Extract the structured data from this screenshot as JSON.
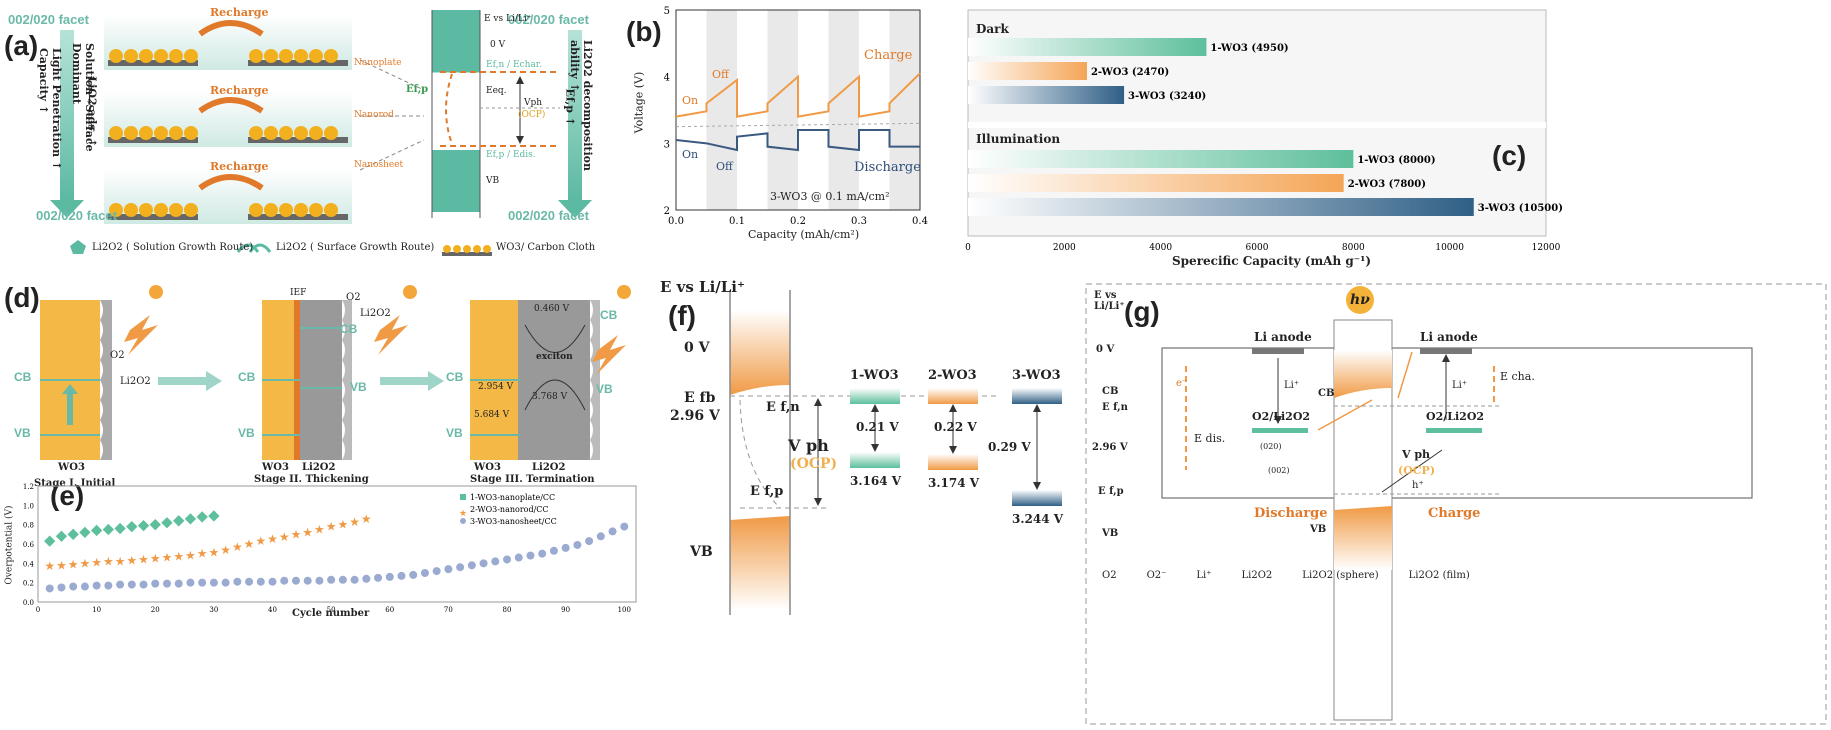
{
  "panel_a": {
    "label": "(a)",
    "facet_top_left": "002/020 facet",
    "facet_bottom_left": "002/020 facet",
    "facet_top_right": "002/020 facet",
    "facet_bottom_right": "002/020 facet",
    "left_arrow_text": "Light Penetration ↑ Capacity ↑",
    "mid_arrow_text": "Solution→Surface Dominant",
    "mid_arrow_text2": "LiO2 ads. ↑",
    "right_arrow_text": "Li2O2 decomposition ability ↑",
    "right_arrow_text2": "Ef,p ↑",
    "recharge": "Recharge",
    "nanoplate": "Nanoplate",
    "nanorod": "Nanorod",
    "nanosheet": "Nanosheet",
    "e_vs": "E vs Li/Li⁺",
    "zero_v": "0 V",
    "efn": "Ef,n / Echar.",
    "eeq": "Eeq.",
    "vph": "Vph",
    "ocp": "(OCP)",
    "efp": "Ef,p / Edis.",
    "vb": "VB",
    "efp_label": "Ef,p",
    "legend1": "Li2O2 ( Solution Growth Route)",
    "legend2": "Li2O2 ( Surface Growth Route)",
    "legend3": "WO3/ Carbon Cloth"
  },
  "panel_b": {
    "label": "(b)",
    "ylabel": "Voltage (V)",
    "xlabel": "Capacity (mAh/cm²)",
    "on": "On",
    "off": "Off",
    "on2": "On",
    "off2": "Off",
    "charge": "Charge",
    "discharge": "Discharge",
    "condition": "3-WO3 @ 0.1 mA/cm²",
    "xticks": [
      "0.0",
      "0.1",
      "0.2",
      "0.3",
      "0.4"
    ],
    "yticks": [
      "2",
      "3",
      "4",
      "5"
    ]
  },
  "panel_c": {
    "label": "(c)",
    "dark": "Dark",
    "illumination": "Illumination",
    "xlabel": "Sperecific Capacity (mAh g⁻¹)",
    "xticks": [
      "0",
      "2000",
      "4000",
      "6000",
      "8000",
      "10000",
      "12000"
    ]
  },
  "panel_d": {
    "label": "(d)",
    "stage1": "Stage I. Initial",
    "stage2": "Stage II. Thickening",
    "stage3": "Stage III. Termination",
    "wo3": "WO3",
    "li2o2": "Li2O2",
    "cb": "CB",
    "vb": "VB",
    "o2": "O2",
    "ief": "IEF",
    "exciton": "exciton",
    "v1": "0.460 V",
    "v2": "2.954 V",
    "v3": "3.768 V",
    "v4": "5.684 V"
  },
  "panel_e": {
    "label": "(e)",
    "ylabel": "Overpotential (V)",
    "xlabel": "Cycle number",
    "legend": [
      "1-WO3-nanoplate/CC",
      "2-WO3-nanorod/CC",
      "3-WO3-nanosheet/CC"
    ],
    "xticks": [
      "0",
      "10",
      "20",
      "30",
      "40",
      "50",
      "60",
      "70",
      "80",
      "90",
      "100"
    ],
    "yticks": [
      "0.0",
      "0.2",
      "0.4",
      "0.6",
      "0.8",
      "1.0",
      "1.2"
    ]
  },
  "panel_f": {
    "label": "(f)",
    "e_vs": "E vs Li/Li⁺",
    "zero_v": "0 V",
    "efb": "E fb",
    "v296": "2.96 V",
    "efn": "E f,n",
    "efp": "E f,p",
    "vph": "V ph",
    "ocp": "(OCP)",
    "vb": "VB",
    "m1": "1-WO3",
    "m2": "2-WO3",
    "m3": "3-WO3",
    "d1": "0.21 V",
    "d2": "0.22 V",
    "d3": "0.29 V",
    "b1": "3.164 V",
    "b2": "3.174 V",
    "b3": "3.244 V"
  },
  "panel_g": {
    "label": "(g)",
    "e_vs": "E vs Li/Li⁺",
    "zero_v": "0 V",
    "cb": "CB",
    "efn": "E f,n",
    "v296": "2.96 V",
    "efp": "E f,p",
    "vb": "VB",
    "hv": "hν",
    "li_anode1": "Li anode",
    "li_anode2": "Li anode",
    "li_plus1": "Li⁺",
    "li_plus2": "Li⁺",
    "o2li2o2_1": "O2/Li2O2",
    "o2li2o2_2": "O2/Li2O2",
    "edis": "E dis.",
    "echa": "E cha.",
    "vph": "V ph",
    "ocp": "(OCP)",
    "discharge": "Discharge",
    "charge": "Charge",
    "e_minus": "e⁻",
    "h_plus": "h⁺",
    "f020": "(020)",
    "f002": "(002)",
    "legend": [
      "O2",
      "O2⁻",
      "Li⁺",
      "Li2O2",
      "Li2O2 (sphere)",
      "Li2O2 (film)"
    ]
  },
  "chart_data": [
    {
      "type": "line",
      "panel": "b",
      "ylabel": "Voltage (V)",
      "xlabel": "Capacity (mAh/cm²)",
      "xlim": [
        0,
        0.4
      ],
      "ylim": [
        2,
        5
      ],
      "series": [
        {
          "name": "Charge",
          "x": [
            0,
            0.05,
            0.05,
            0.1,
            0.1,
            0.15,
            0.15,
            0.2,
            0.2,
            0.25,
            0.25,
            0.3,
            0.3,
            0.35,
            0.35,
            0.4
          ],
          "y": [
            3.4,
            3.48,
            3.6,
            3.95,
            3.4,
            3.48,
            3.6,
            4.0,
            3.4,
            3.48,
            3.6,
            4.0,
            3.4,
            3.48,
            3.6,
            4.05
          ]
        },
        {
          "name": "Discharge",
          "x": [
            0,
            0.05,
            0.05,
            0.1,
            0.1,
            0.15,
            0.15,
            0.2,
            0.2,
            0.25,
            0.25,
            0.3,
            0.3,
            0.35,
            0.35,
            0.4
          ],
          "y": [
            3.05,
            3.0,
            3.0,
            2.9,
            3.1,
            3.15,
            2.95,
            2.9,
            3.2,
            3.2,
            2.95,
            2.9,
            3.2,
            3.2,
            2.95,
            2.95
          ]
        }
      ]
    },
    {
      "type": "bar",
      "panel": "c",
      "xlabel": "Sperecific Capacity (mAh g⁻¹)",
      "xlim": [
        0,
        12000
      ],
      "groups": [
        {
          "name": "Dark",
          "bars": [
            {
              "label": "1-WO3 (4950)",
              "value": 4950,
              "color": "#5dbf9b"
            },
            {
              "label": "2-WO3 (2470)",
              "value": 2470,
              "color": "#f4a556"
            },
            {
              "label": "3-WO3 (3240)",
              "value": 3240,
              "color": "#2f5f86"
            }
          ]
        },
        {
          "name": "Illumination",
          "bars": [
            {
              "label": "1-WO3 (8000)",
              "value": 8000,
              "color": "#5dbf9b"
            },
            {
              "label": "2-WO3 (7800)",
              "value": 7800,
              "color": "#f4a556"
            },
            {
              "label": "3-WO3 (10500)",
              "value": 10500,
              "color": "#2f5f86"
            }
          ]
        }
      ]
    },
    {
      "type": "scatter",
      "panel": "e",
      "xlabel": "Cycle number",
      "ylabel": "Overpotential (V)",
      "xlim": [
        0,
        102
      ],
      "ylim": [
        0,
        1.2
      ],
      "series": [
        {
          "name": "1-WO3-nanoplate/CC",
          "color": "#5dbf9b",
          "x": [
            2,
            4,
            6,
            8,
            10,
            12,
            14,
            16,
            18,
            20,
            22,
            24,
            26,
            28,
            30
          ],
          "y": [
            0.63,
            0.68,
            0.7,
            0.72,
            0.74,
            0.75,
            0.76,
            0.78,
            0.79,
            0.8,
            0.82,
            0.84,
            0.86,
            0.88,
            0.89
          ]
        },
        {
          "name": "2-WO3-nanorod/CC",
          "color": "#f09a45",
          "x": [
            2,
            4,
            6,
            8,
            10,
            12,
            14,
            16,
            18,
            20,
            22,
            24,
            26,
            28,
            30,
            32,
            34,
            36,
            38,
            40,
            42,
            44,
            46,
            48,
            50,
            52,
            54,
            56
          ],
          "y": [
            0.37,
            0.38,
            0.39,
            0.4,
            0.41,
            0.42,
            0.42,
            0.43,
            0.44,
            0.45,
            0.46,
            0.47,
            0.48,
            0.5,
            0.51,
            0.54,
            0.57,
            0.6,
            0.63,
            0.65,
            0.67,
            0.7,
            0.72,
            0.75,
            0.78,
            0.8,
            0.83,
            0.86
          ]
        },
        {
          "name": "3-WO3-nanosheet/CC",
          "color": "#9aaad0",
          "x": [
            2,
            4,
            6,
            8,
            10,
            12,
            14,
            16,
            18,
            20,
            22,
            24,
            26,
            28,
            30,
            32,
            34,
            36,
            38,
            40,
            42,
            44,
            46,
            48,
            50,
            52,
            54,
            56,
            58,
            60,
            62,
            64,
            66,
            68,
            70,
            72,
            74,
            76,
            78,
            80,
            82,
            84,
            86,
            88,
            90,
            92,
            94,
            96,
            98,
            100
          ],
          "y": [
            0.14,
            0.15,
            0.16,
            0.16,
            0.17,
            0.17,
            0.18,
            0.18,
            0.18,
            0.19,
            0.19,
            0.19,
            0.2,
            0.2,
            0.2,
            0.2,
            0.21,
            0.21,
            0.21,
            0.21,
            0.22,
            0.22,
            0.22,
            0.22,
            0.23,
            0.23,
            0.23,
            0.24,
            0.25,
            0.26,
            0.27,
            0.28,
            0.3,
            0.32,
            0.34,
            0.36,
            0.38,
            0.4,
            0.42,
            0.44,
            0.46,
            0.48,
            0.5,
            0.53,
            0.56,
            0.59,
            0.63,
            0.68,
            0.73,
            0.78
          ]
        }
      ]
    }
  ]
}
